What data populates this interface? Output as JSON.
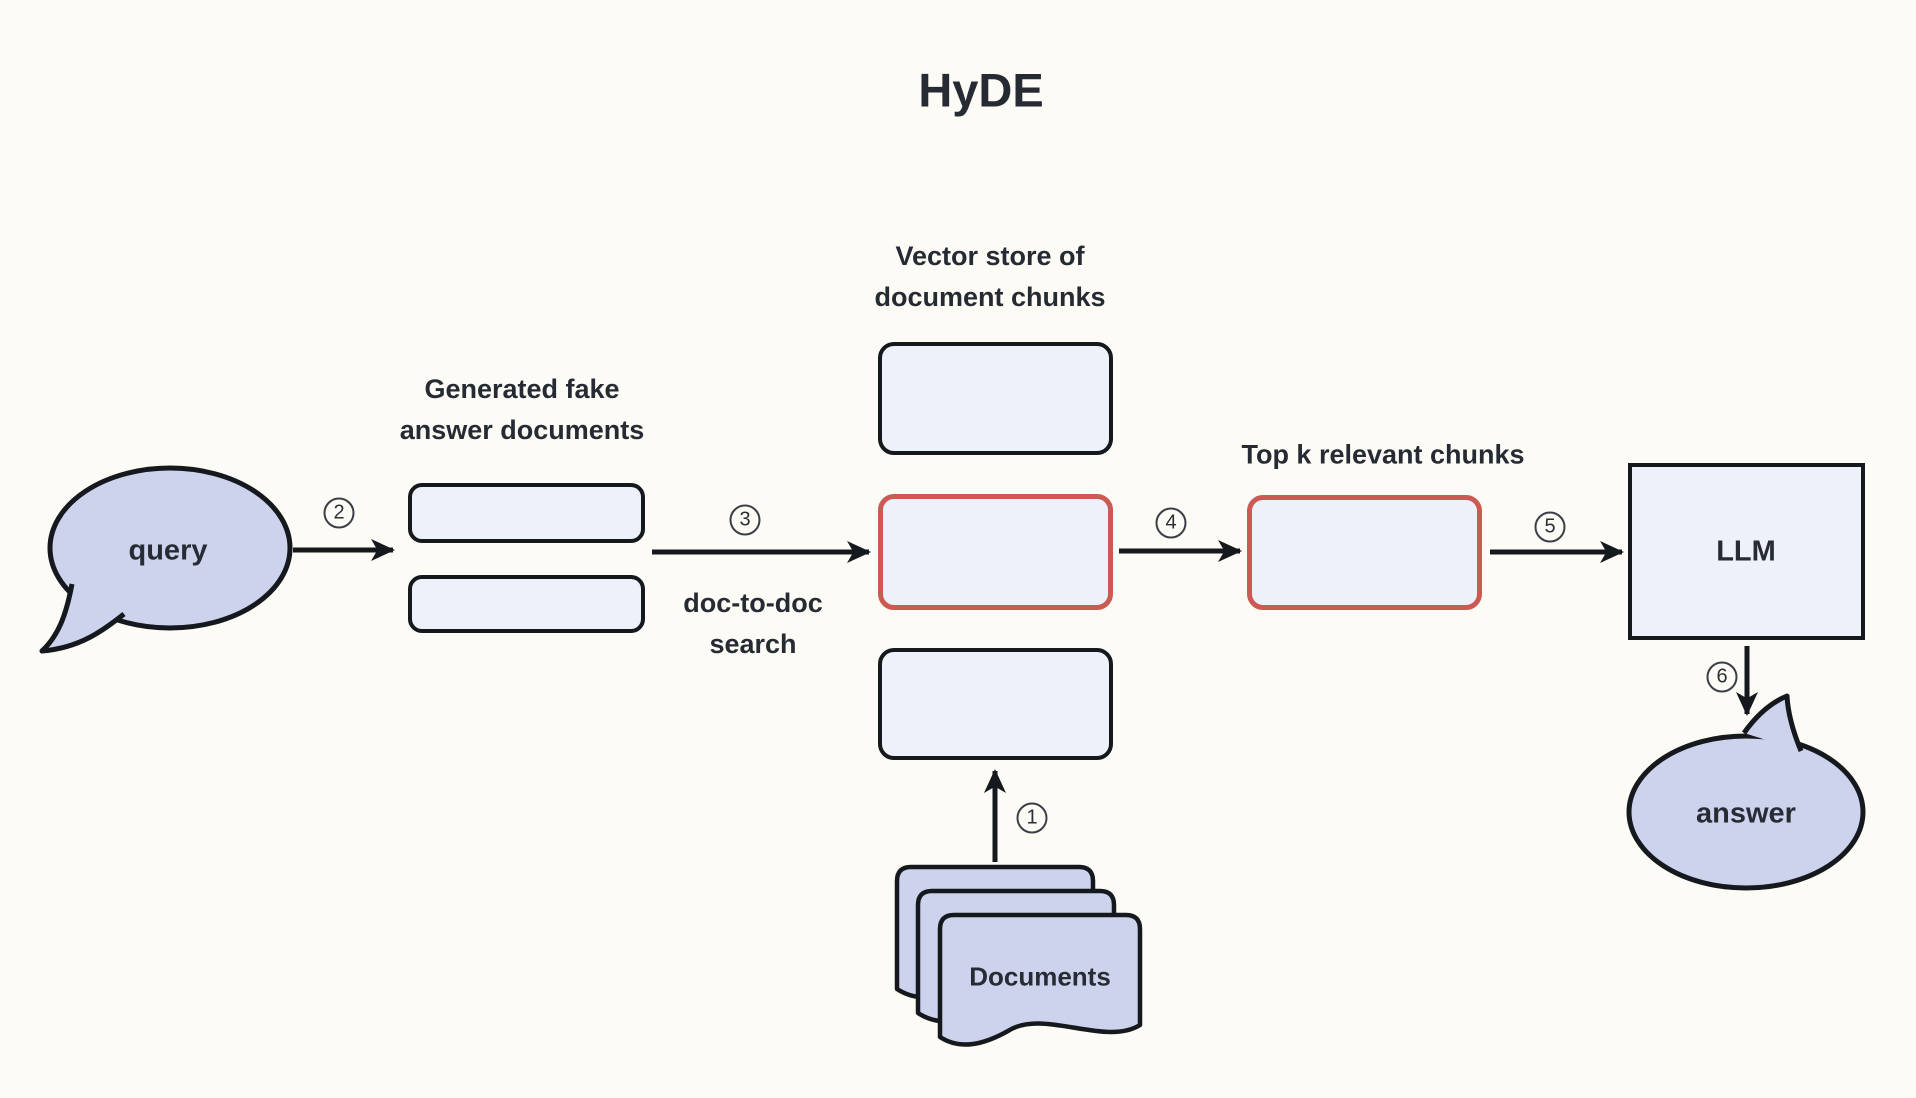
{
  "title": "HyDE",
  "labels": {
    "generated": {
      "line1": "Generated fake",
      "line2": "answer documents"
    },
    "vector_store": {
      "line1": "Vector store of",
      "line2": "document chunks"
    },
    "doc_to_doc": {
      "line1": "doc-to-doc",
      "line2": "search"
    },
    "top_k": "Top k relevant chunks"
  },
  "nodes": {
    "query": "query",
    "llm": "LLM",
    "answer": "answer",
    "documents": "Documents"
  },
  "steps": {
    "s1": "1",
    "s2": "2",
    "s3": "3",
    "s4": "4",
    "s5": "5",
    "s6": "6"
  },
  "colors": {
    "background": "#fcfbf6",
    "ink": "#15181d",
    "text": "#272b33",
    "bubble_fill": "#cdd3ec",
    "box_fill": "#edf1fa",
    "red_border": "#cb5a52"
  }
}
